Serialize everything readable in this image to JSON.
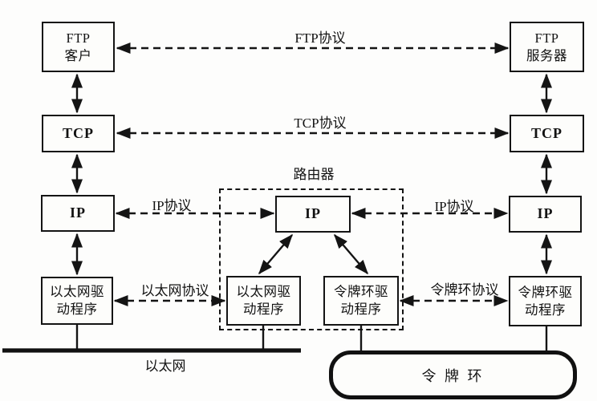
{
  "nodes": {
    "ftp_client": "FTP\n客户",
    "tcp_left": "TCP",
    "ip_left": "IP",
    "eth_driver_left": "以太网驱\n动程序",
    "router_ip": "IP",
    "eth_driver_router": "以太网驱\n动程序",
    "token_driver_router": "令牌环驱\n动程序",
    "ftp_server": "FTP\n服务器",
    "tcp_right": "TCP",
    "ip_right": "IP",
    "token_driver_right": "令牌环驱\n动程序"
  },
  "labels": {
    "ftp_protocol": "FTP协议",
    "tcp_protocol": "TCP协议",
    "router": "路由器",
    "ip_protocol_left": "IP协议",
    "ip_protocol_right": "IP协议",
    "ethernet_protocol": "以太网协议",
    "token_ring_protocol": "令牌环协议",
    "ethernet": "以太网",
    "token_ring": "令 牌 环"
  },
  "colors": {
    "line": "#141414",
    "background": "#fdfdfc",
    "box_background": "#fdfdfb"
  }
}
